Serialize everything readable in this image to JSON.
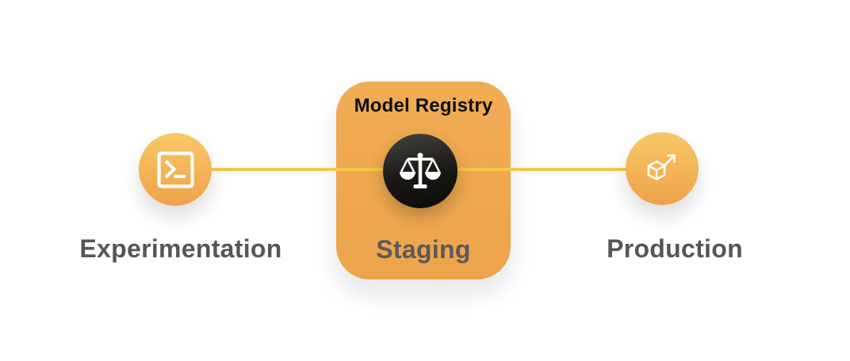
{
  "registry": {
    "title": "Model Registry",
    "stage": "Staging",
    "icon": "scales-icon"
  },
  "nodes": [
    {
      "label": "Experimentation",
      "icon": "terminal-icon"
    },
    {
      "label": "Production",
      "icon": "cube-arrow-icon"
    }
  ],
  "colors": {
    "background": "#FFFFFF",
    "box_orange": "#EDA44B",
    "box_orange_light": "#F1AC55",
    "circle_top": "#F8C966",
    "circle_bottom": "#EEA24A",
    "line_yellow": "#F6C747",
    "dark_circle_top": "#45443F",
    "dark_circle_bottom": "#0B0B0A",
    "title_text": "#0D0D0D",
    "stage_text": "#595A5E",
    "label_text": "#55565A",
    "icon_white": "#FFFFFF"
  }
}
